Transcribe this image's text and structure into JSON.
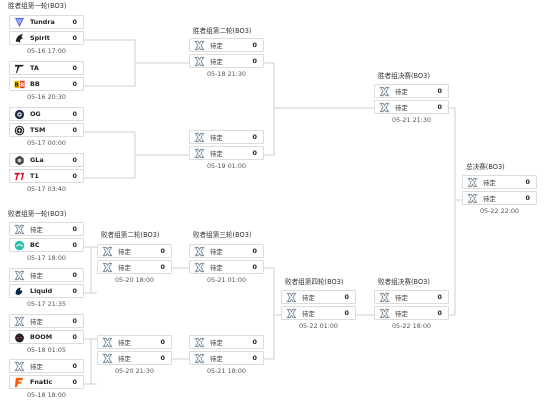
{
  "titles": {
    "upper_r1": "胜者组第一轮(BO3)",
    "upper_r2": "胜者组第二轮(BO3)",
    "upper_final": "胜者组决赛(BO3)",
    "grand_final": "总决赛(BO3)",
    "lower_r1": "败者组第一轮(BO3)",
    "lower_r2": "败者组第二轮(BO3)",
    "lower_r3": "败者组第三轮(BO3)",
    "lower_r4": "败者组第四轮(BO3)",
    "lower_final": "败者组决赛(BO3)"
  },
  "matches": [
    {
      "id": "u1a",
      "time": "05-16 17:00",
      "teams": [
        {
          "name": "Tundra",
          "score": "0",
          "logo": "tundra-logo"
        },
        {
          "name": "Spirit",
          "score": "0",
          "logo": "spirit-logo"
        }
      ]
    },
    {
      "id": "u1b",
      "time": "05-16 20:30",
      "teams": [
        {
          "name": "TA",
          "score": "0",
          "logo": "ta-logo"
        },
        {
          "name": "BB",
          "score": "0",
          "logo": "bb-logo"
        }
      ]
    },
    {
      "id": "u1c",
      "time": "05-17 00:00",
      "teams": [
        {
          "name": "OG",
          "score": "0",
          "logo": "og-logo"
        },
        {
          "name": "TSM",
          "score": "0",
          "logo": "tsm-logo"
        }
      ]
    },
    {
      "id": "u1d",
      "time": "05-17 03:40",
      "teams": [
        {
          "name": "GLa",
          "score": "0",
          "logo": "gla-logo"
        },
        {
          "name": "T1",
          "score": "0",
          "logo": "t1-logo"
        }
      ]
    },
    {
      "id": "u2a",
      "time": "05-18 21:30",
      "teams": [
        {
          "name": "待定",
          "score": "0",
          "logo": "tbd-icon"
        },
        {
          "name": "待定",
          "score": "0",
          "logo": "tbd-icon"
        }
      ]
    },
    {
      "id": "u2b",
      "time": "05-19 01:00",
      "teams": [
        {
          "name": "待定",
          "score": "0",
          "logo": "tbd-icon"
        },
        {
          "name": "待定",
          "score": "0",
          "logo": "tbd-icon"
        }
      ]
    },
    {
      "id": "uf",
      "time": "05-21 21:30",
      "teams": [
        {
          "name": "待定",
          "score": "0",
          "logo": "tbd-icon"
        },
        {
          "name": "待定",
          "score": "0",
          "logo": "tbd-icon"
        }
      ]
    },
    {
      "id": "gf",
      "time": "05-22 22:00",
      "teams": [
        {
          "name": "待定",
          "score": "0",
          "logo": "tbd-icon"
        },
        {
          "name": "待定",
          "score": "0",
          "logo": "tbd-icon"
        }
      ]
    },
    {
      "id": "l1a",
      "time": "05-17 18:00",
      "teams": [
        {
          "name": "待定",
          "score": "0",
          "logo": "tbd-icon"
        },
        {
          "name": "BC",
          "score": "0",
          "logo": "bc-logo"
        }
      ]
    },
    {
      "id": "l1b",
      "time": "05-17 21:35",
      "teams": [
        {
          "name": "待定",
          "score": "0",
          "logo": "tbd-icon"
        },
        {
          "name": "Liquid",
          "score": "0",
          "logo": "liquid-logo"
        }
      ]
    },
    {
      "id": "l1c",
      "time": "05-18 01:05",
      "teams": [
        {
          "name": "待定",
          "score": "0",
          "logo": "tbd-icon"
        },
        {
          "name": "BOOM",
          "score": "0",
          "logo": "boom-logo"
        }
      ]
    },
    {
      "id": "l1d",
      "time": "05-18 18:00",
      "teams": [
        {
          "name": "待定",
          "score": "0",
          "logo": "tbd-icon"
        },
        {
          "name": "Fnatic",
          "score": "0",
          "logo": "fnatic-logo"
        }
      ]
    },
    {
      "id": "l2a",
      "time": "05-20 18:00",
      "teams": [
        {
          "name": "待定",
          "score": "0",
          "logo": "tbd-icon"
        },
        {
          "name": "待定",
          "score": "0",
          "logo": "tbd-icon"
        }
      ]
    },
    {
      "id": "l2b",
      "time": "05-20 21:30",
      "teams": [
        {
          "name": "待定",
          "score": "0",
          "logo": "tbd-icon"
        },
        {
          "name": "待定",
          "score": "0",
          "logo": "tbd-icon"
        }
      ]
    },
    {
      "id": "l3a",
      "time": "05-21 01:00",
      "teams": [
        {
          "name": "待定",
          "score": "0",
          "logo": "tbd-icon"
        },
        {
          "name": "待定",
          "score": "0",
          "logo": "tbd-icon"
        }
      ]
    },
    {
      "id": "l3b",
      "time": "05-21 18:00",
      "teams": [
        {
          "name": "待定",
          "score": "0",
          "logo": "tbd-icon"
        },
        {
          "name": "待定",
          "score": "0",
          "logo": "tbd-icon"
        }
      ]
    },
    {
      "id": "l4",
      "time": "05-22 01:00",
      "teams": [
        {
          "name": "待定",
          "score": "0",
          "logo": "tbd-icon"
        },
        {
          "name": "待定",
          "score": "0",
          "logo": "tbd-icon"
        }
      ]
    },
    {
      "id": "lf",
      "time": "05-22 18:00",
      "teams": [
        {
          "name": "待定",
          "score": "0",
          "logo": "tbd-icon"
        },
        {
          "name": "待定",
          "score": "0",
          "logo": "tbd-icon"
        }
      ]
    }
  ],
  "colors": {
    "line": "#cfcfcf",
    "border": "#dcdcdc",
    "tbd_icon": "#7a8a99"
  }
}
